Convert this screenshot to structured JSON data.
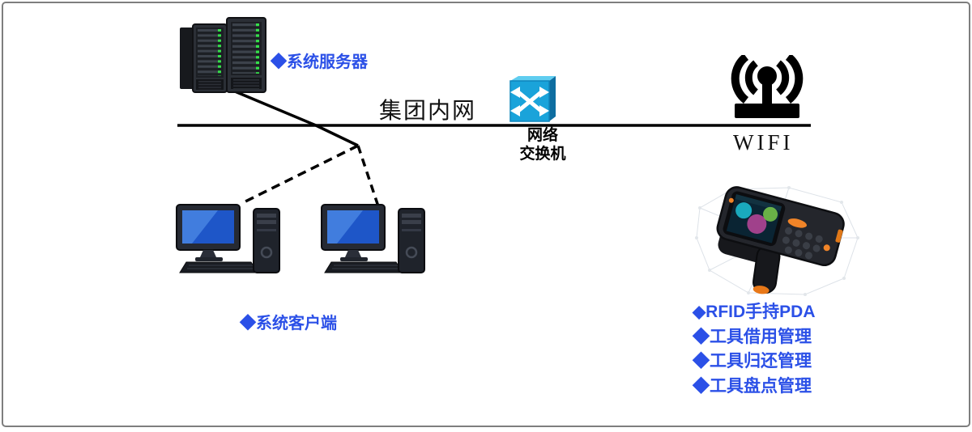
{
  "diagram_title": "tool-management-network-architecture",
  "labels": {
    "server": "◆系统服务器",
    "client": "◆系统客户端",
    "intranet": "集团内网",
    "switch_line1": "网络",
    "switch_line2": "交换机",
    "wifi": "WIFI",
    "pda": [
      "◆RFID手持PDA",
      "◆工具借用管理",
      "◆工具归还管理",
      "◆工具盘点管理"
    ]
  },
  "icons": {
    "server": "server-rack-icon",
    "switch": "network-switch-icon",
    "wifi": "wifi-antenna-icon",
    "client": "desktop-computer-icon",
    "pda": "rfid-handheld-pda-icon"
  },
  "colors": {
    "label_blue": "#2b50e7",
    "switch_cyan": "#1aa3da",
    "line_black": "#000000",
    "border_gray": "#7e7e7e",
    "led_green": "#35e04a",
    "screen_blue": "#1e56c8",
    "accent_orange": "#ef8324"
  }
}
